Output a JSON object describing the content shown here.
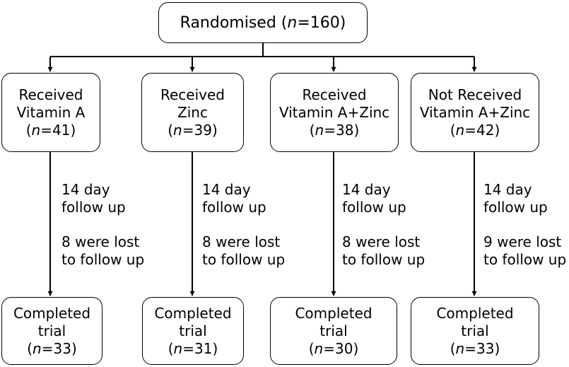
{
  "root": {
    "label": "Randomised",
    "n_prefix": "n",
    "n_value": "=160)"
  },
  "groups": [
    {
      "line1": "Received",
      "line2": "Vitamin A",
      "n_value": "=41)",
      "followup_line1": "14 day",
      "followup_line2": "follow up",
      "lost_line1": "8 were lost",
      "lost_line2": "to follow up",
      "completed_line1": "Completed",
      "completed_line2": "trial",
      "completed_n": "=33)"
    },
    {
      "line1": "Received",
      "line2": "Zinc",
      "n_value": "=39)",
      "followup_line1": "14 day",
      "followup_line2": "follow up",
      "lost_line1": "8 were lost",
      "lost_line2": "to follow up",
      "completed_line1": "Completed",
      "completed_line2": "trial",
      "completed_n": "=31)"
    },
    {
      "line1": "Received",
      "line2": "Vitamin A+Zinc",
      "n_value": "=38)",
      "followup_line1": "14 day",
      "followup_line2": "follow up",
      "lost_line1": "8 were lost",
      "lost_line2": "to follow up",
      "completed_line1": "Completed",
      "completed_line2": "trial",
      "completed_n": "=30)"
    },
    {
      "line1": "Not Received",
      "line2": "Vitamin A+Zinc",
      "n_value": "=42)",
      "followup_line1": "14 day",
      "followup_line2": "follow up",
      "lost_line1": "9 were lost",
      "lost_line2": "to follow up",
      "completed_line1": "Completed",
      "completed_line2": "trial",
      "completed_n": "=33)"
    }
  ]
}
